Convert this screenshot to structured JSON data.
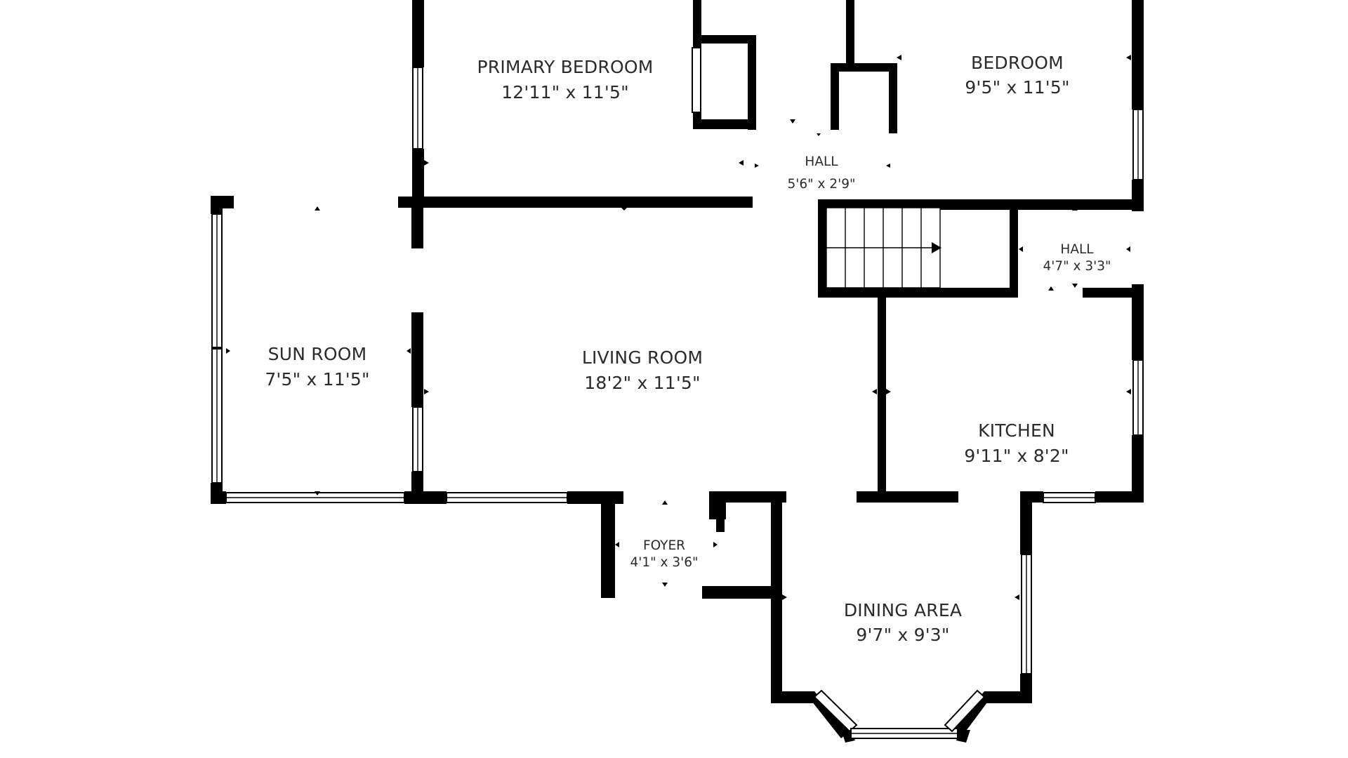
{
  "colors": {
    "wall": "#000000",
    "background": "#ffffff",
    "text": "#2b2b2b"
  },
  "rooms": [
    {
      "id": "primary-bedroom",
      "name": "PRIMARY BEDROOM",
      "dims": "12'11\" x 11'5\""
    },
    {
      "id": "bedroom",
      "name": "BEDROOM",
      "dims": "9'5\" x 11'5\""
    },
    {
      "id": "hall-upper",
      "name": "HALL",
      "dims": "5'6\" x 2'9\""
    },
    {
      "id": "hall-right",
      "name": "HALL",
      "dims": "4'7\" x 3'3\""
    },
    {
      "id": "sun-room",
      "name": "SUN ROOM",
      "dims": "7'5\" x 11'5\""
    },
    {
      "id": "living-room",
      "name": "LIVING ROOM",
      "dims": "18'2\" x 11'5\""
    },
    {
      "id": "kitchen",
      "name": "KITCHEN",
      "dims": "9'11\" x 8'2\""
    },
    {
      "id": "foyer",
      "name": "FOYER",
      "dims": "4'1\" x 3'6\""
    },
    {
      "id": "dining-area",
      "name": "DINING AREA",
      "dims": "9'7\" x 9'3\""
    }
  ],
  "icons": {
    "stairs": "stairs-icon",
    "stair-arrow": "arrow-right-icon"
  }
}
